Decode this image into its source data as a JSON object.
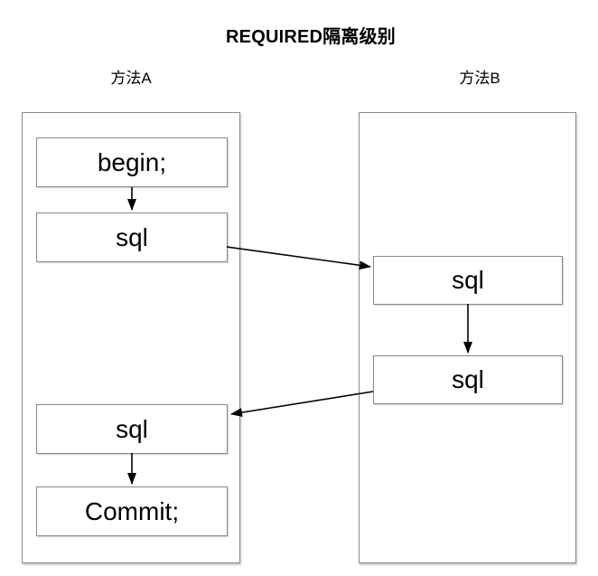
{
  "title": "REQUIRED隔离级别",
  "colors": {
    "background": "#ffffff",
    "box_border": "#8a8a8a",
    "arrow": "#000000",
    "text": "#000000"
  },
  "columns": [
    {
      "id": "A",
      "header": "方法A",
      "boxes": [
        {
          "label": "begin;"
        },
        {
          "label": "sql"
        },
        {
          "label": "sql"
        },
        {
          "label": "Commit;"
        }
      ]
    },
    {
      "id": "B",
      "header": "方法B",
      "boxes": [
        {
          "label": "sql"
        },
        {
          "label": "sql"
        }
      ]
    }
  ]
}
